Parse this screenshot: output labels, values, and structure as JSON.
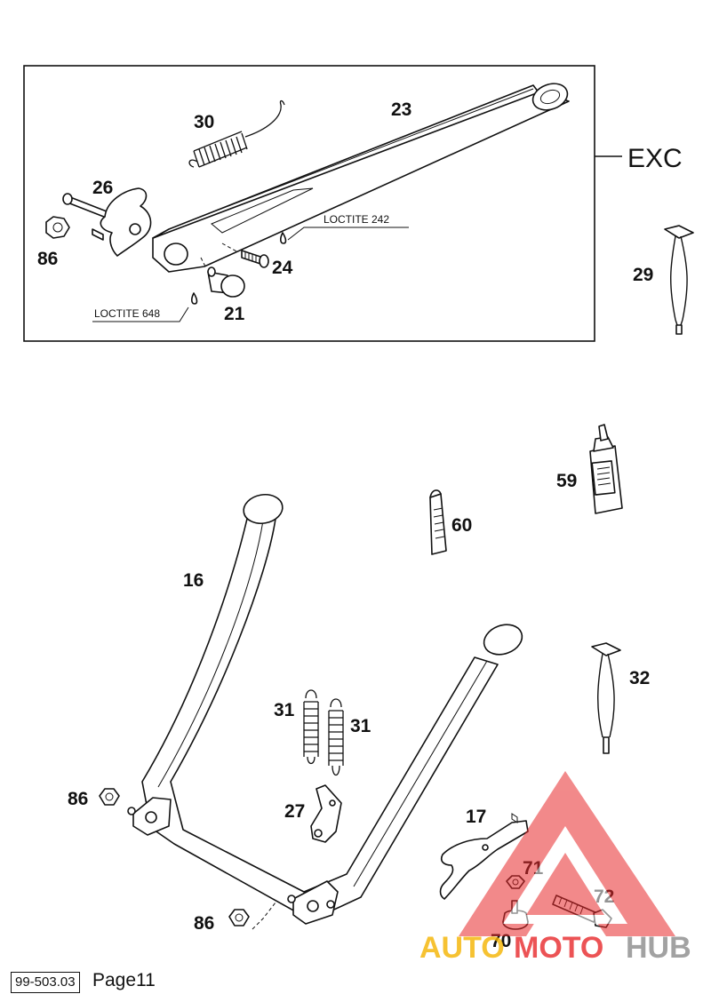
{
  "group": {
    "label": "EXC"
  },
  "notes": {
    "loctite_242": "LOCTITE 242",
    "loctite_648": "LOCTITE 648"
  },
  "parts": {
    "p23": "23",
    "p30": "30",
    "p26": "26",
    "p86a": "86",
    "p24": "24",
    "p21": "21",
    "p29": "29",
    "p59": "59",
    "p60": "60",
    "p16": "16",
    "p32": "32",
    "p31a": "31",
    "p31b": "31",
    "p86b": "86",
    "p27": "27",
    "p17": "17",
    "p71": "71",
    "p72": "72",
    "p86c": "86",
    "p70": "70"
  },
  "watermark": {
    "part1": "AUTO",
    "part2": "MOTO",
    "part3": "HUB",
    "color_red": "#e8292b",
    "color_yellow": "#f4b400",
    "color_gray": "#8c8c8c"
  },
  "footer": {
    "code": "99-503.03",
    "page": "Page11"
  }
}
